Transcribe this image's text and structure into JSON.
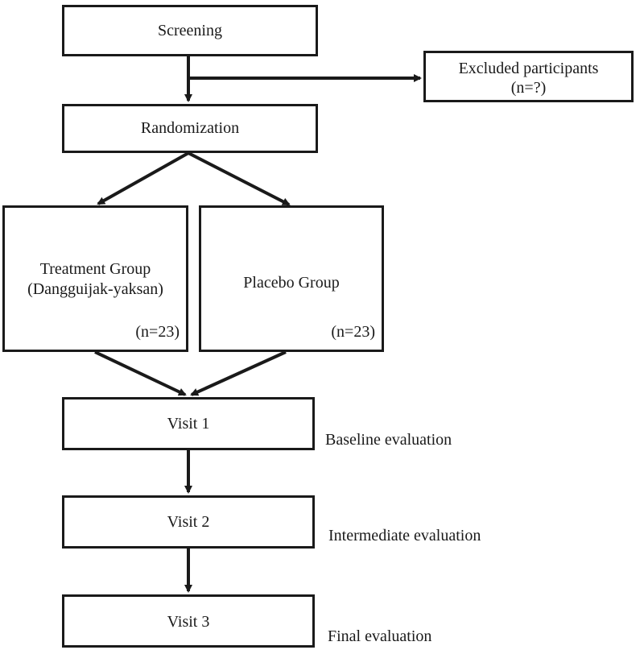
{
  "flowchart": {
    "screening": {
      "label": "Screening"
    },
    "excluded": {
      "label": "Excluded participants",
      "count": "(n=?)"
    },
    "randomization": {
      "label": "Randomization"
    },
    "treatment_group": {
      "label_line1": "Treatment Group",
      "label_line2": "(Dangguijak-yaksan)",
      "count": "(n=23)"
    },
    "placebo_group": {
      "label": "Placebo Group",
      "count": "(n=23)"
    },
    "visits": [
      {
        "label": "Visit 1",
        "evaluation": "Baseline evaluation"
      },
      {
        "label": "Visit 2",
        "evaluation": "Intermediate evaluation"
      },
      {
        "label": "Visit 3",
        "evaluation": "Final evaluation"
      }
    ]
  }
}
